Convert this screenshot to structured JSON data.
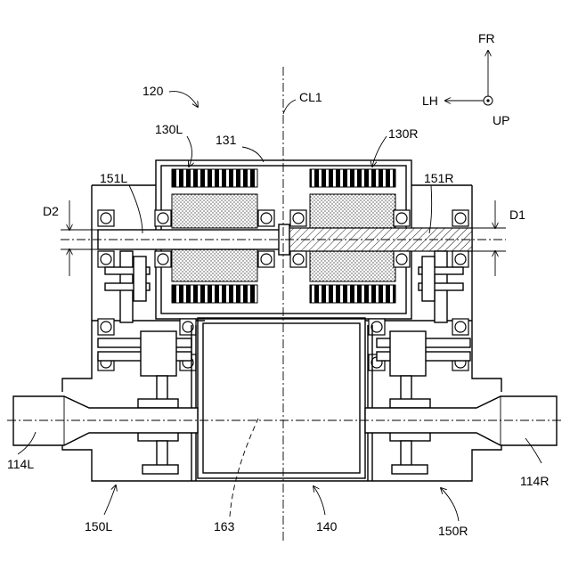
{
  "labels": {
    "l120": "120",
    "cl1": "CL1",
    "fr": "FR",
    "lh": "LH",
    "up": "UP",
    "l130L": "130L",
    "l131": "131",
    "l130R": "130R",
    "l151L": "151L",
    "l151R": "151R",
    "d2": "D2",
    "d1": "D1",
    "l114L": "114L",
    "l114R": "114R",
    "l150L": "150L",
    "l163": "163",
    "l140": "140",
    "l150R": "150R"
  }
}
